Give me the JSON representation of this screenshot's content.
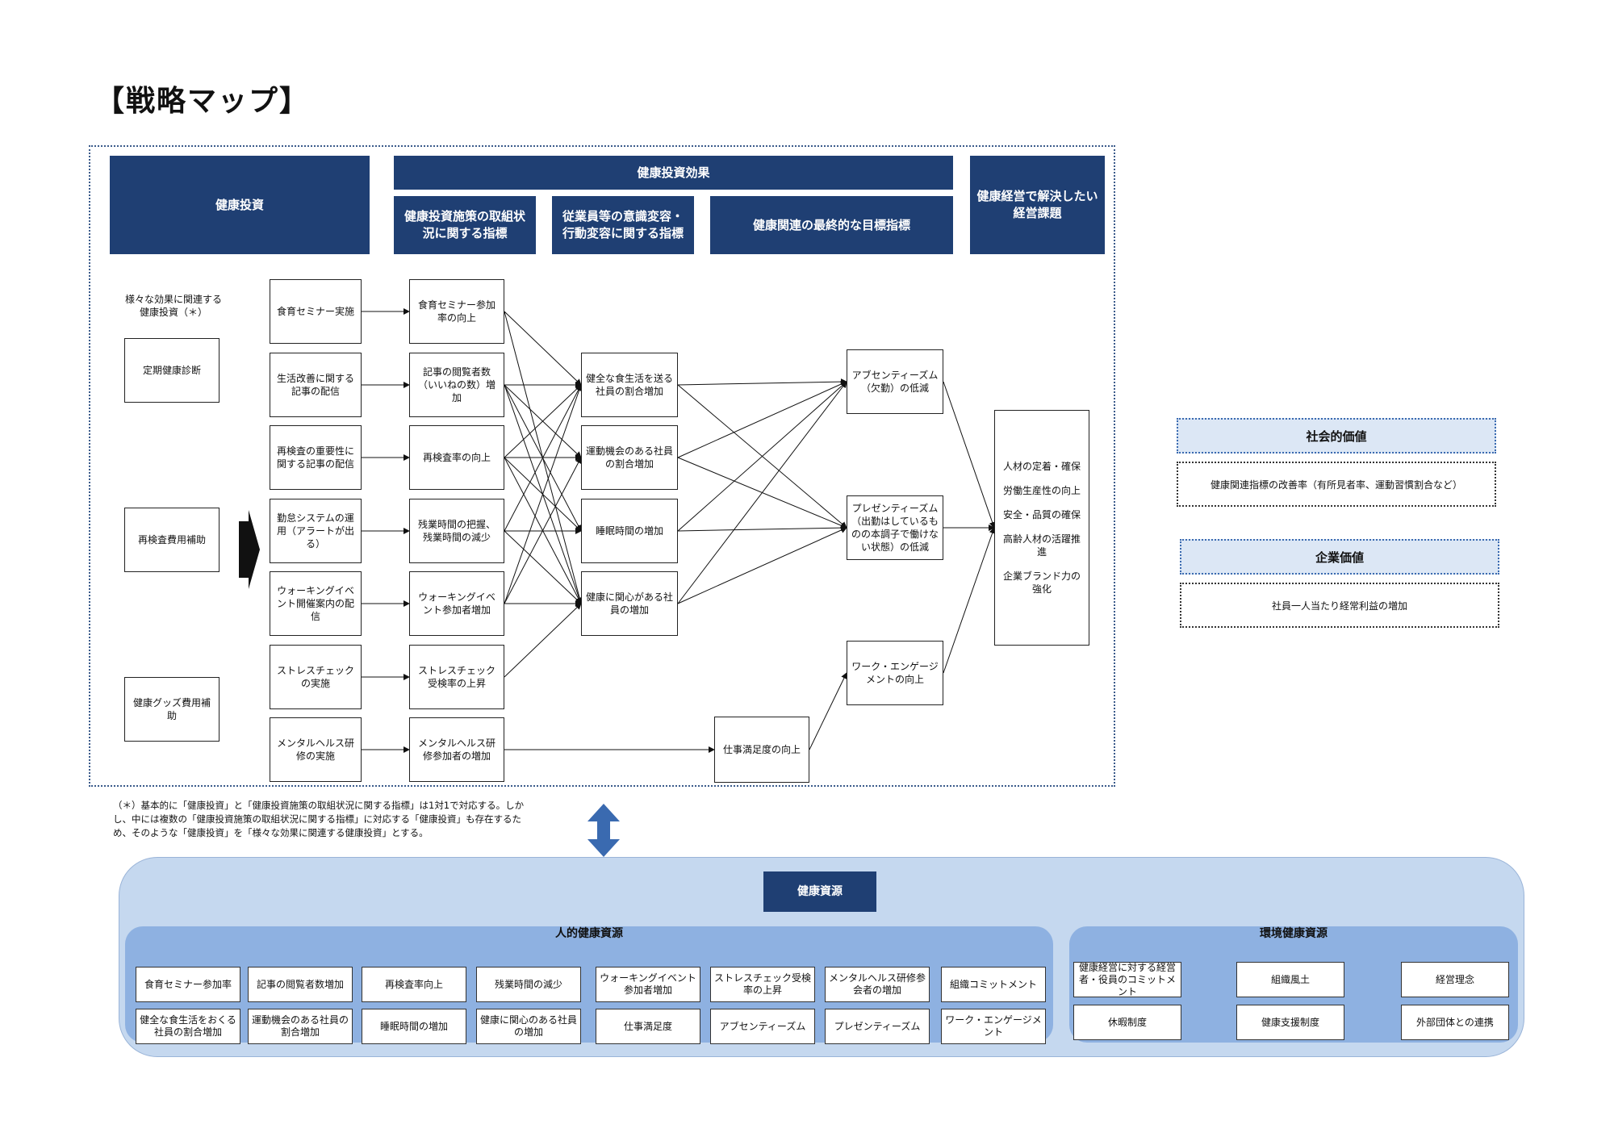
{
  "title": "【戦略マップ】",
  "headers": {
    "investment": "健康投資",
    "effect": "健康投資効果",
    "effect_sub1": "健康投資施策の取組状況に関する指標",
    "effect_sub2": "従業員等の意識変容・行動変容に関する指標",
    "effect_sub3": "健康関連の最終的な目標指標",
    "issues": "健康経営で解決したい経営課題"
  },
  "various_label": "様々な効果に関連する\n健康投資（＊）",
  "investments": [
    "定期健康診断",
    "再検査費用補助",
    "健康グッズ費用補助"
  ],
  "measures": [
    "食育セミナー実施",
    "生活改善に関する記事の配信",
    "再検査の重要性に関する記事の配信",
    "勤怠システムの運用（アラートが出る）",
    "ウォーキングイベント開催案内の配信",
    "ストレスチェックの実施",
    "メンタルヘルス研修の実施"
  ],
  "indicators": [
    "食育セミナー参加率の向上",
    "記事の閲覧者数（いいねの数）増加",
    "再検査率の向上",
    "残業時間の把握、残業時間の減少",
    "ウォーキングイベント参加者増加",
    "ストレスチェック受検率の上昇",
    "メンタルヘルス研修参加者の増加"
  ],
  "behaviors": [
    "健全な食生活を送る社員の割合増加",
    "運動機会のある社員の割合増加",
    "睡眠時間の増加",
    "健康に関心がある社員の増加"
  ],
  "satisfaction": "仕事満足度の向上",
  "finals": [
    "アブセンティーズム（欠勤）の低減",
    "プレゼンティーズム（出勤はしているものの本調子で働けない状態）の低減",
    "ワーク・エンゲージメントの向上"
  ],
  "issues": [
    "人材の定着・確保",
    "労働生産性の向上",
    "安全・品質の確保",
    "高齢人材の活躍推進",
    "企業ブランド力の強化"
  ],
  "note": "（＊）基本的に「健康投資」と「健康投資施策の取組状況に関する指標」は1対1で対応する。しかし、中には複数の「健康投資施策の取組状況に関する指標」に対応する「健康投資」も存在するため、そのような「健康投資」を「様々な効果に関連する健康投資」とする。",
  "social_value": {
    "title": "社会的価値",
    "body": "健康関連指標の改善率（有所見者率、運動習慣割合など）"
  },
  "corporate_value": {
    "title": "企業価値",
    "body": "社員一人当たり経常利益の増加"
  },
  "resources": {
    "title": "健康資源",
    "human_title": "人的健康資源",
    "human_items": [
      "食育セミナー参加率",
      "記事の閲覧者数増加",
      "再検査率向上",
      "残業時間の減少",
      "ウォーキングイベント参加者増加",
      "ストレスチェック受検率の上昇",
      "メンタルヘルス研修参会者の増加",
      "組織コミットメント",
      "健全な食生活をおくる社員の割合増加",
      "運動機会のある社員の割合増加",
      "睡眠時間の増加",
      "健康に関心のある社員の増加",
      "仕事満足度",
      "アブセンティーズム",
      "プレゼンティーズム",
      "ワーク・エンゲージメント"
    ],
    "env_title": "環境健康資源",
    "env_items": [
      "健康経営に対する経営者・役員のコミットメント",
      "組織風土",
      "経営理念",
      "休暇制度",
      "健康支援制度",
      "外部団体との連携"
    ]
  },
  "colors": {
    "header": "#1f3f73",
    "resource_outer": "#c5d8ef",
    "resource_inner": "#8eb1e1",
    "value_header": "#dce7f5"
  }
}
